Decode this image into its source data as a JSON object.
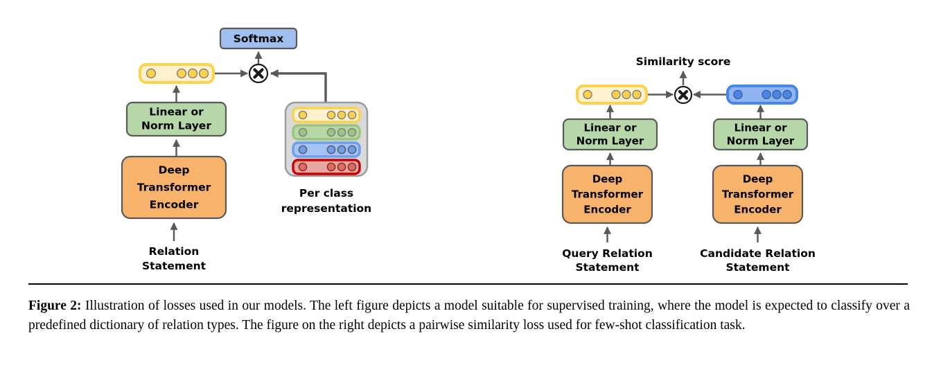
{
  "figure": {
    "caption_label": "Figure 2:",
    "caption_text": " Illustration of losses used in our models. The left figure depicts a model suitable for supervised training, where the model is expected to classify over a predefined dictionary of relation types. The figure on the right depicts a pairwise similarity loss used for few-shot classification task."
  },
  "colors": {
    "green_box": "#b6d7a8",
    "orange_box": "#f7b36b",
    "blue_box": "#9fc0ef",
    "yellow_vector": "#fdf2cd",
    "yellow_vector_border": "#fcd14d",
    "blue_vector": "#8fb4ef",
    "blue_vector_border": "#4a86e8",
    "row_red": "#e8a7a0",
    "row_red_border": "#cc0000",
    "stack_shell": "#d9d9d9",
    "connector": "#595959"
  },
  "left_diagram": {
    "name": "supervised-classification-loss",
    "softmax_label": "Softmax",
    "linear_norm_layer": {
      "line1": "Linear or",
      "line2": "Norm Layer"
    },
    "encoder": {
      "line1": "Deep",
      "line2": "Transformer",
      "line3": "Encoder"
    },
    "input_label": {
      "line1": "Relation",
      "line2": "Statement"
    },
    "per_class_label": {
      "line1": "Per class",
      "line2": "representation"
    },
    "operator": "multiply",
    "operator_glyph": "⊗",
    "embedding_vector": {
      "name": "relation-embedding-vector",
      "color": "yellow",
      "dot_count": 4
    },
    "per_class_rows": [
      {
        "color": "yellow",
        "dot_count": 4
      },
      {
        "color": "green",
        "dot_count": 4
      },
      {
        "color": "blue",
        "dot_count": 4
      },
      {
        "color": "red",
        "dot_count": 4
      }
    ]
  },
  "right_diagram": {
    "name": "pairwise-similarity-loss",
    "similarity_label": "Similarity score",
    "operator": "multiply",
    "operator_glyph": "⊗",
    "query_branch": {
      "linear_norm_layer": {
        "line1": "Linear or",
        "line2": "Norm Layer"
      },
      "encoder": {
        "line1": "Deep",
        "line2": "Transformer",
        "line3": "Encoder"
      },
      "input_label": {
        "line1": "Query Relation",
        "line2": "Statement"
      },
      "embedding_vector": {
        "name": "query-embedding-vector",
        "color": "yellow",
        "dot_count": 4
      }
    },
    "candidate_branch": {
      "linear_norm_layer": {
        "line1": "Linear or",
        "line2": "Norm Layer"
      },
      "encoder": {
        "line1": "Deep",
        "line2": "Transformer",
        "line3": "Encoder"
      },
      "input_label": {
        "line1": "Candidate Relation",
        "line2": "Statement"
      },
      "embedding_vector": {
        "name": "candidate-embedding-vector",
        "color": "blue",
        "dot_count": 4
      }
    }
  }
}
